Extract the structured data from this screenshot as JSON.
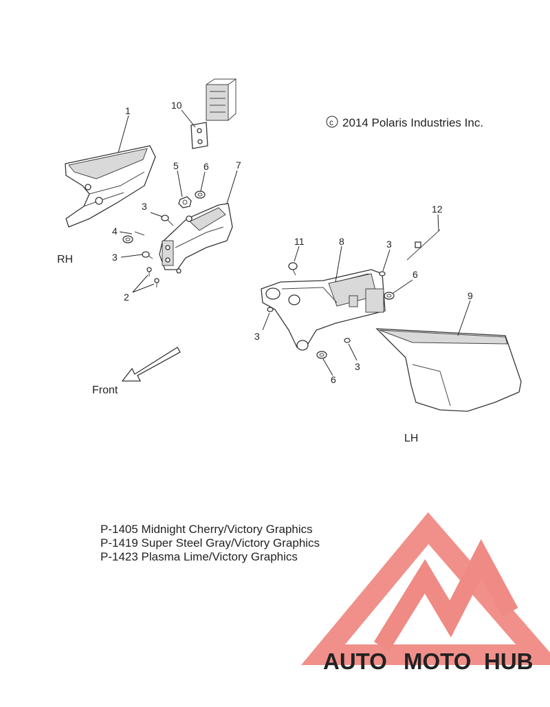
{
  "copyright": {
    "symbol": "c",
    "text": "2014 Polaris Industries Inc."
  },
  "sides": {
    "rh": "RH",
    "lh": "LH"
  },
  "front_label": "Front",
  "callouts": [
    "1",
    "10",
    "5",
    "6",
    "7",
    "3",
    "4",
    "3",
    "2",
    "11",
    "8",
    "3",
    "12",
    "6",
    "9",
    "3",
    "3",
    "6"
  ],
  "variants": [
    "P-1405 Midnight Cherry/Victory Graphics",
    "P-1419 Super Steel Gray/Victory Graphics",
    "P-1423 Plasma Lime/Victory Graphics"
  ],
  "logo": {
    "word_auto": "AUTO",
    "word_moto": "MOTO",
    "word_hub": "HUB",
    "colors": {
      "auto": "#f5c77e",
      "moto": "#f4a3a0",
      "hub": "#a0a0a0",
      "mark": "#f08a84"
    }
  }
}
